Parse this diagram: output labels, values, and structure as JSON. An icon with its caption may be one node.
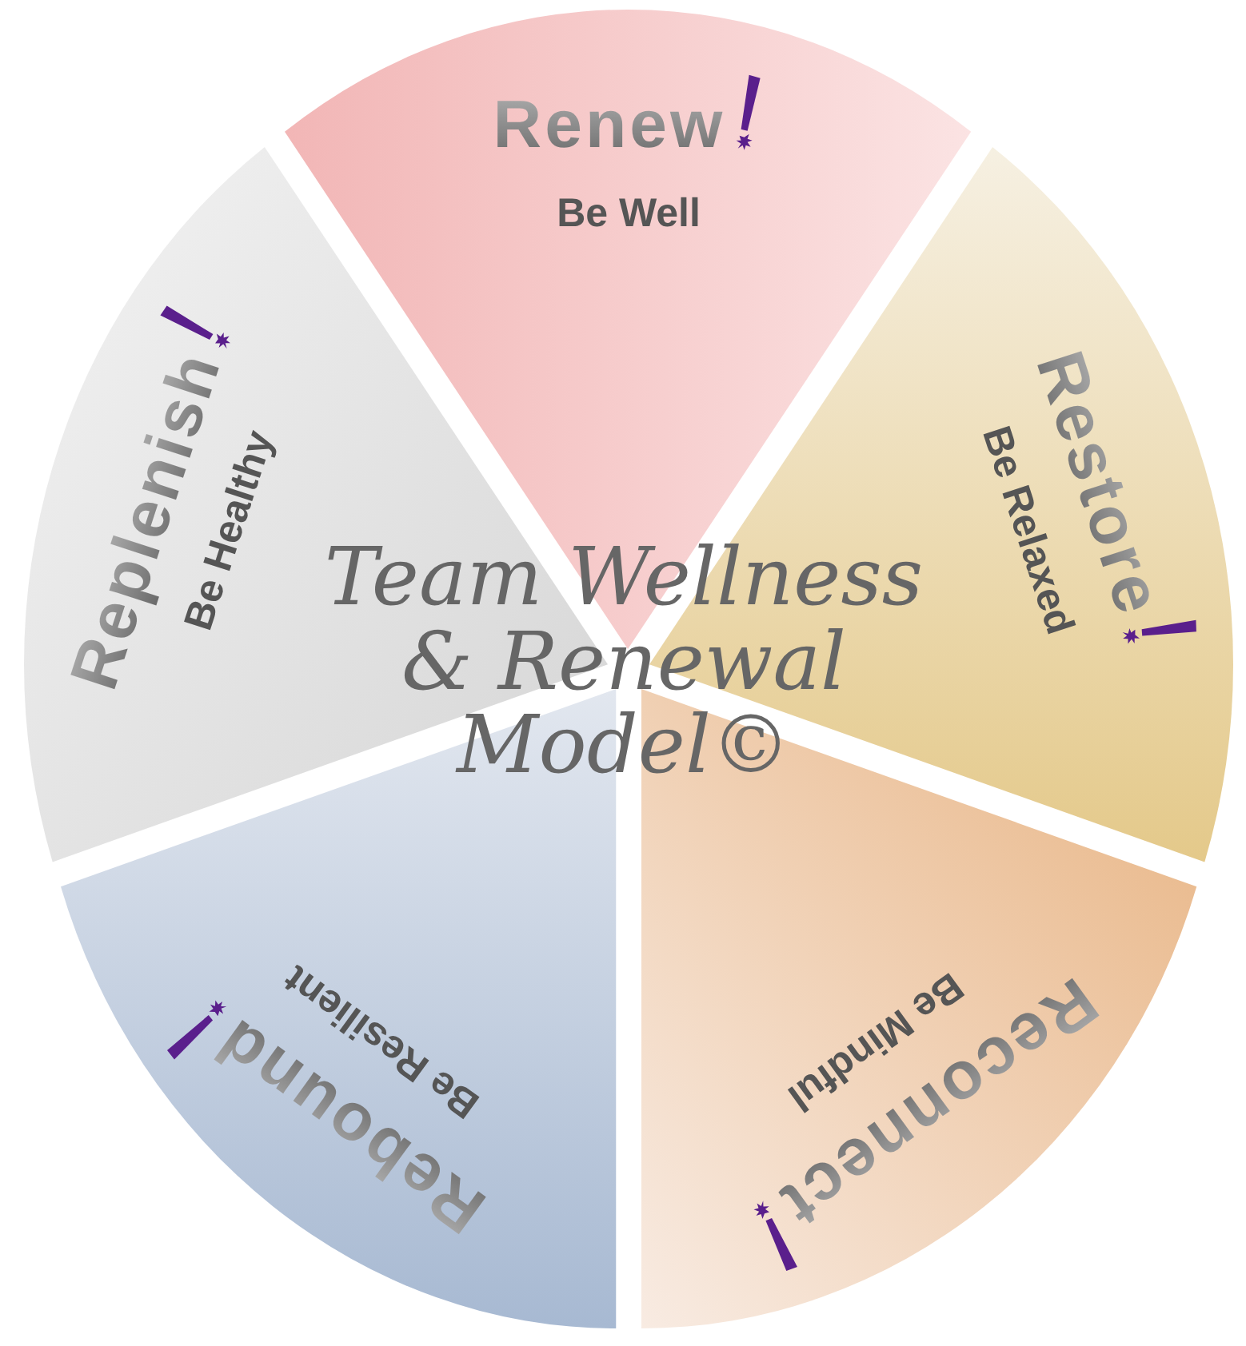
{
  "diagram": {
    "title": "Team Wellness & Renewal Model©",
    "nodes": [
      {
        "text": [
          "Renew",
          "Be Well"
        ]
      },
      {
        "text": [
          "Restore",
          "Be Relaxed"
        ]
      },
      {
        "text": [
          "Reconnect",
          "Be Mindful"
        ]
      },
      {
        "text": [
          "Rebound",
          "Be Resilient"
        ]
      },
      {
        "text": [
          "Replenish",
          "Be Healthy"
        ]
      }
    ]
  }
}
